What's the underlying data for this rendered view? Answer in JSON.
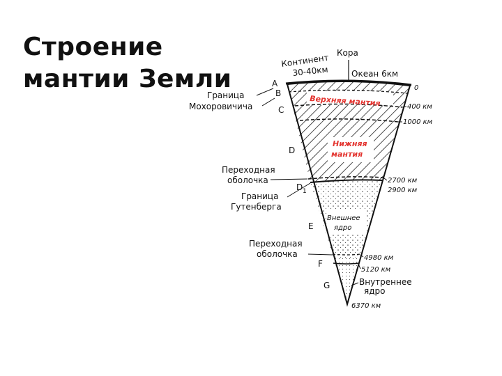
{
  "title": {
    "line1": "Строение",
    "line2": "мантии Земли"
  },
  "diagram": {
    "header": {
      "crust": "Кора",
      "continent": "Континент",
      "continent_depth": "30-40км",
      "ocean": "Океан 6км"
    },
    "layers": {
      "upper_mantle": "Верхняя мантия",
      "lower_mantle_line1": "Нижняя",
      "lower_mantle_line2": "мантия",
      "outer_core_line1": "Внешнее",
      "outer_core_line2": "ядро",
      "inner_core_line1": "Внутреннее",
      "inner_core_line2": "ядро"
    },
    "left_labels": {
      "moho_line1": "Граница",
      "moho_line2": "Мохоровичича",
      "transition1_line1": "Переходная",
      "transition1_line2": "оболочка",
      "gutenberg_line1": "Граница",
      "gutenberg_line2": "Гутенберга",
      "transition2_line1": "Переходная",
      "transition2_line2": "оболочка"
    },
    "letters": {
      "a": "A",
      "b": "B",
      "c": "C",
      "d": "D",
      "d1_main": "D",
      "d1_sub": "1",
      "e": "E",
      "f": "F",
      "g": "G"
    },
    "depths": {
      "zero": "0",
      "d400": "400 км",
      "d1000": "1000 км",
      "d2700": "2700 км",
      "d2900": "2900 км",
      "d4980": "4980 км",
      "d5120": "5120 км",
      "d6370": "6370 км"
    }
  }
}
